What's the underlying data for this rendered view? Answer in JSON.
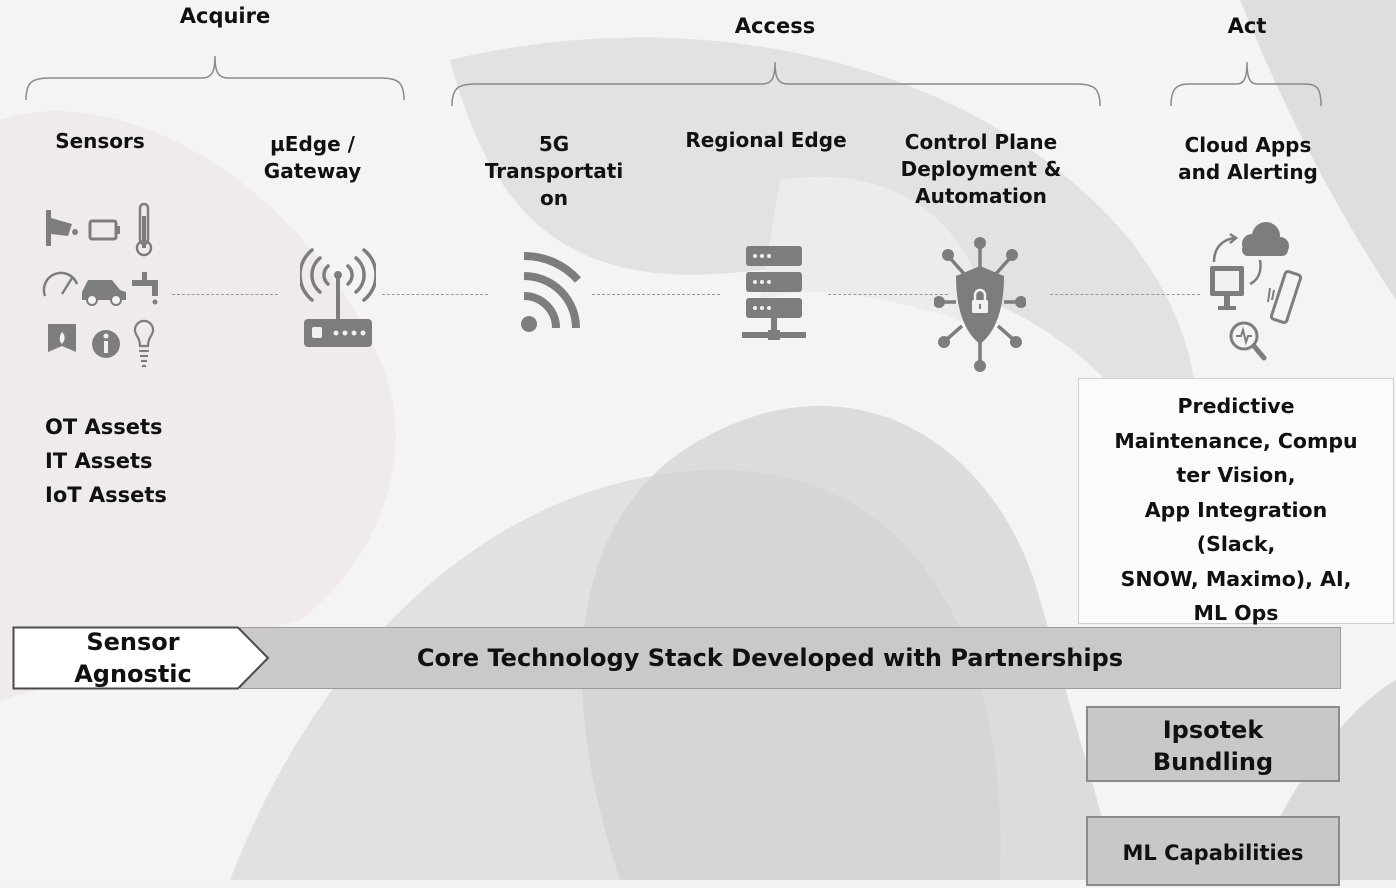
{
  "phases": {
    "acquire": "Acquire",
    "access": "Access",
    "act": "Act"
  },
  "columns": {
    "sensors": "Sensors",
    "uedge": "µEdge /\nGateway",
    "transport": "5G\nTransportati\non",
    "regional": "Regional Edge",
    "control": "Control Plane\nDeployment &\nAutomation",
    "cloud": "Cloud Apps\nand Alerting"
  },
  "assets": [
    "OT Assets",
    "IT Assets",
    "IoT Assets"
  ],
  "use_cases": "Predictive\nMaintenance, Compu\nter Vision,\nApp Integration\n(Slack,\nSNOW, Maximo), AI,\nML Ops",
  "core_bar": {
    "agnostic": "Sensor\nAgnostic",
    "stack": "Core Technology Stack Developed with Partnerships"
  },
  "boxes": {
    "ipsotek": "Ipsotek\nBundling",
    "ml": "ML Capabilities"
  },
  "icons": [
    "camera-icon",
    "battery-icon",
    "thermometer-icon",
    "gauge-icon",
    "car-icon",
    "faucet-icon",
    "fire-alarm-icon",
    "info-icon",
    "lightbulb-icon",
    "router-icon",
    "wifi-signal-icon",
    "server-icon",
    "security-lock-icon",
    "cloud-icon",
    "monitor-icon",
    "phone-icon",
    "analytics-icon"
  ],
  "colors": {
    "icon": "#808080",
    "bar": "#c9c9c9",
    "line": "#9a9a9a"
  }
}
